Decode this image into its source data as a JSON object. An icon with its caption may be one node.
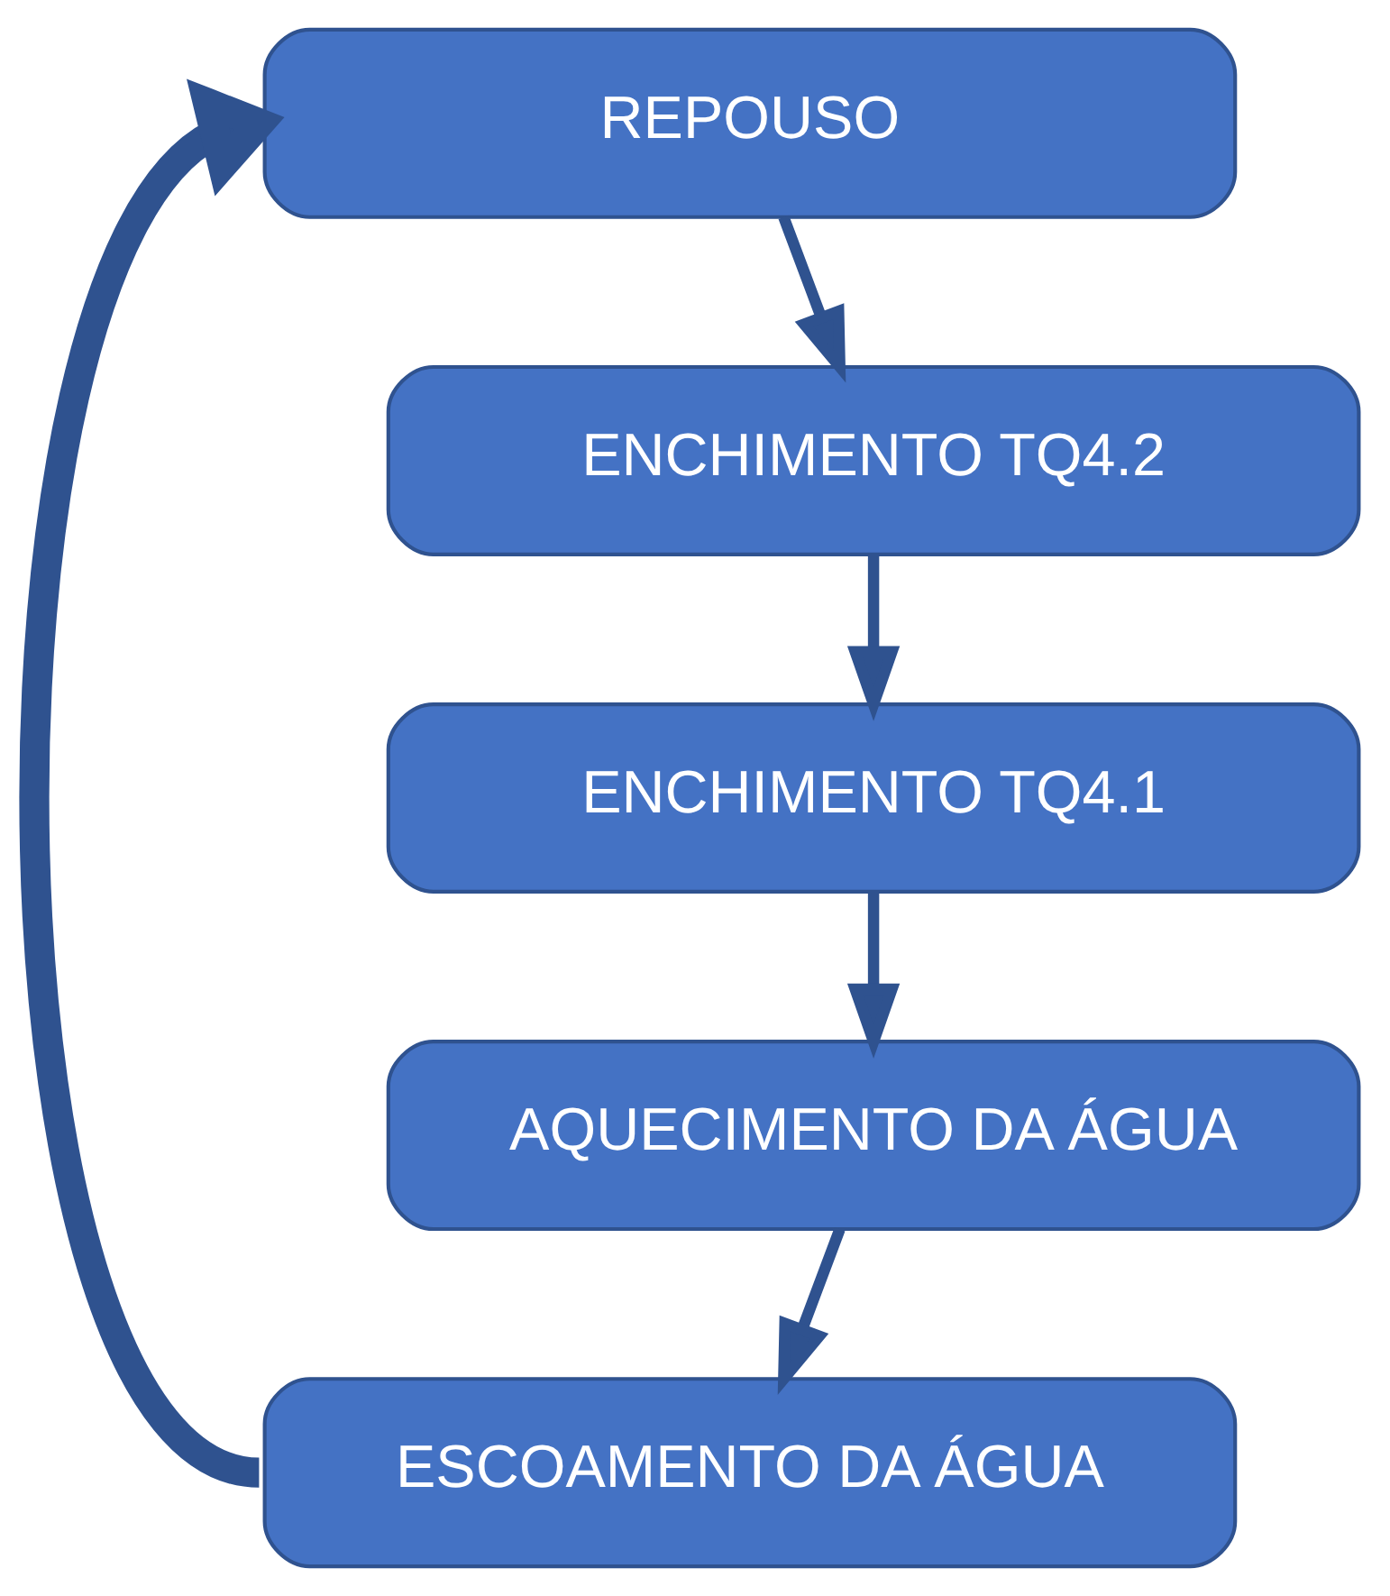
{
  "diagram": {
    "nodes": [
      {
        "text": [
          "REPOUSO"
        ]
      },
      {
        "text": [
          "ENCHIMENTO TQ4.2"
        ]
      },
      {
        "text": [
          "ENCHIMENTO TQ4.1"
        ]
      },
      {
        "text": [
          "AQUECIMENTO DA ÁGUA"
        ]
      },
      {
        "text": [
          "ESCOAMENTO DA ÁGUA"
        ]
      }
    ],
    "edges": [
      {
        "from": 0,
        "to": 1,
        "arrow": "to"
      },
      {
        "from": 1,
        "to": 2,
        "arrow": "to"
      },
      {
        "from": 2,
        "to": 3,
        "arrow": "to"
      },
      {
        "from": 3,
        "to": 4,
        "arrow": "to"
      },
      {
        "from": 4,
        "to": 0,
        "arrow": "to",
        "style": "thick"
      }
    ]
  }
}
